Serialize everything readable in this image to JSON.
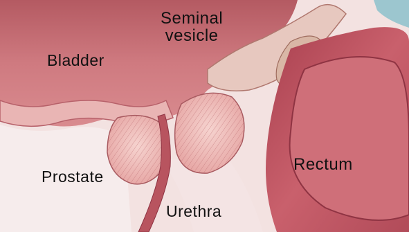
{
  "labels": {
    "seminal_vesicle": [
      "Seminal",
      "vesicle"
    ],
    "bladder": "Bladder",
    "prostate": "Prostate",
    "rectum": "Rectum",
    "urethra": "Urethra"
  },
  "colors": {
    "bladder_wall": "#c96b72",
    "bladder_lumen": "#d8888c",
    "prostate": "#f1c2bf",
    "rectum_wall": "#b94f5e",
    "rectum_lumen": "#cd6b75",
    "background": "#f6eceb",
    "accent_blue": "#9cc6cf"
  }
}
